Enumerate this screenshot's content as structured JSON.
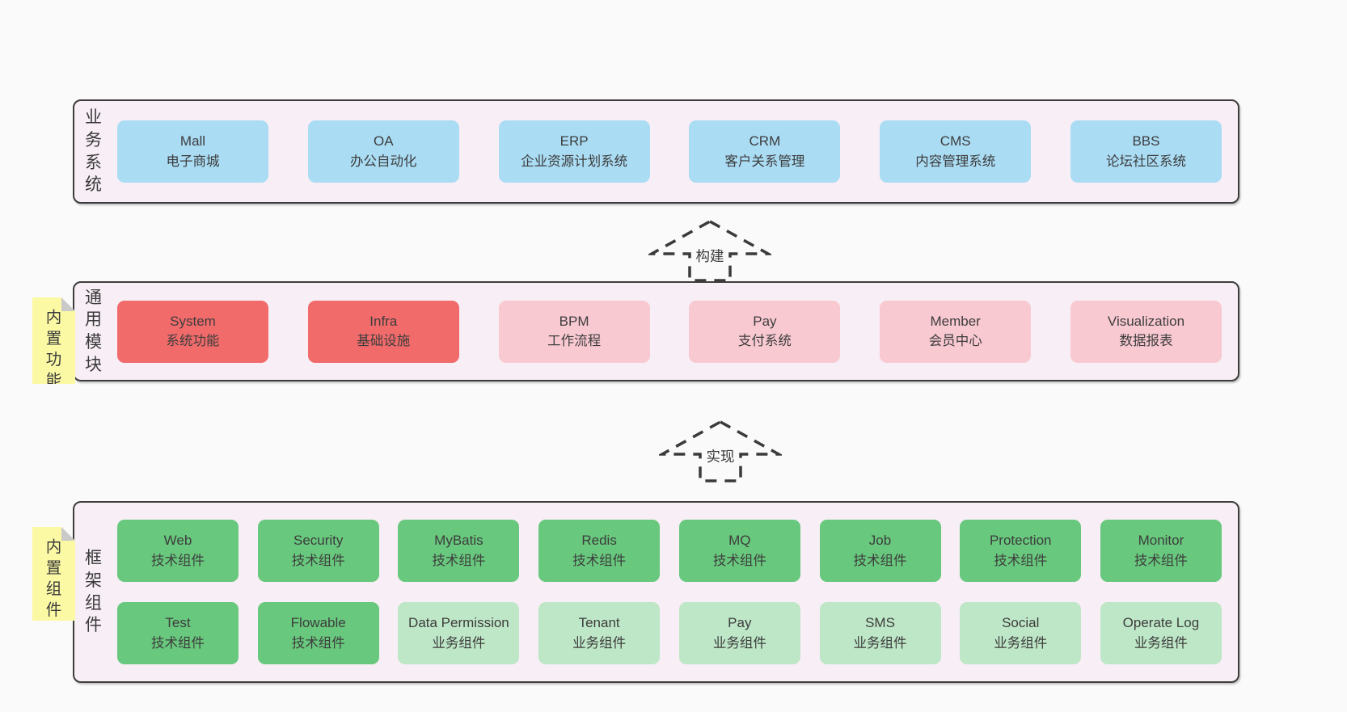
{
  "diagram": {
    "arrows": [
      {
        "label": "构建"
      },
      {
        "label": "实现"
      }
    ],
    "layers": [
      {
        "id": "business-systems",
        "label": "业务系统",
        "rows": [
          [
            {
              "name": "Mall",
              "desc": "电子商城",
              "variant": "blue"
            },
            {
              "name": "OA",
              "desc": "办公自动化",
              "variant": "blue"
            },
            {
              "name": "ERP",
              "desc": "企业资源计划系统",
              "variant": "blue"
            },
            {
              "name": "CRM",
              "desc": "客户关系管理",
              "variant": "blue"
            },
            {
              "name": "CMS",
              "desc": "内容管理系统",
              "variant": "blue"
            },
            {
              "name": "BBS",
              "desc": "论坛社区系统",
              "variant": "blue"
            }
          ]
        ]
      },
      {
        "id": "common-modules",
        "label": "通用模块",
        "note": "内置功能",
        "rows": [
          [
            {
              "name": "System",
              "desc": "系统功能",
              "variant": "red"
            },
            {
              "name": "Infra",
              "desc": "基础设施",
              "variant": "red"
            },
            {
              "name": "BPM",
              "desc": "工作流程",
              "variant": "pink"
            },
            {
              "name": "Pay",
              "desc": "支付系统",
              "variant": "pink"
            },
            {
              "name": "Member",
              "desc": "会员中心",
              "variant": "pink"
            },
            {
              "name": "Visualization",
              "desc": "数据报表",
              "variant": "pink"
            }
          ]
        ]
      },
      {
        "id": "framework-components",
        "label": "框架组件",
        "note": "内置组件",
        "rows": [
          [
            {
              "name": "Web",
              "desc": "技术组件",
              "variant": "green"
            },
            {
              "name": "Security",
              "desc": "技术组件",
              "variant": "green"
            },
            {
              "name": "MyBatis",
              "desc": "技术组件",
              "variant": "green"
            },
            {
              "name": "Redis",
              "desc": "技术组件",
              "variant": "green"
            },
            {
              "name": "MQ",
              "desc": "技术组件",
              "variant": "green"
            },
            {
              "name": "Job",
              "desc": "技术组件",
              "variant": "green"
            },
            {
              "name": "Protection",
              "desc": "技术组件",
              "variant": "green"
            },
            {
              "name": "Monitor",
              "desc": "技术组件",
              "variant": "green"
            }
          ],
          [
            {
              "name": "Test",
              "desc": "技术组件",
              "variant": "green"
            },
            {
              "name": "Flowable",
              "desc": "技术组件",
              "variant": "green"
            },
            {
              "name": "Data Permission",
              "desc": "业务组件",
              "variant": "light-green"
            },
            {
              "name": "Tenant",
              "desc": "业务组件",
              "variant": "light-green"
            },
            {
              "name": "Pay",
              "desc": "业务组件",
              "variant": "light-green"
            },
            {
              "name": "SMS",
              "desc": "业务组件",
              "variant": "light-green"
            },
            {
              "name": "Social",
              "desc": "业务组件",
              "variant": "light-green"
            },
            {
              "name": "Operate Log",
              "desc": "业务组件",
              "variant": "light-green"
            }
          ]
        ]
      }
    ],
    "colors": {
      "page_background": "#fafafa",
      "layer_background": "#f8eef6",
      "layer_border": "#3d3d3d",
      "business_box": "#aadcf4",
      "core_module_box": "#f26b6b",
      "module_box": "#f9c9d2",
      "technical_box": "#68c87d",
      "business_component_box": "#bee7c7",
      "sticky_note": "#fbf9a4",
      "text": "#3d3d3d"
    }
  }
}
